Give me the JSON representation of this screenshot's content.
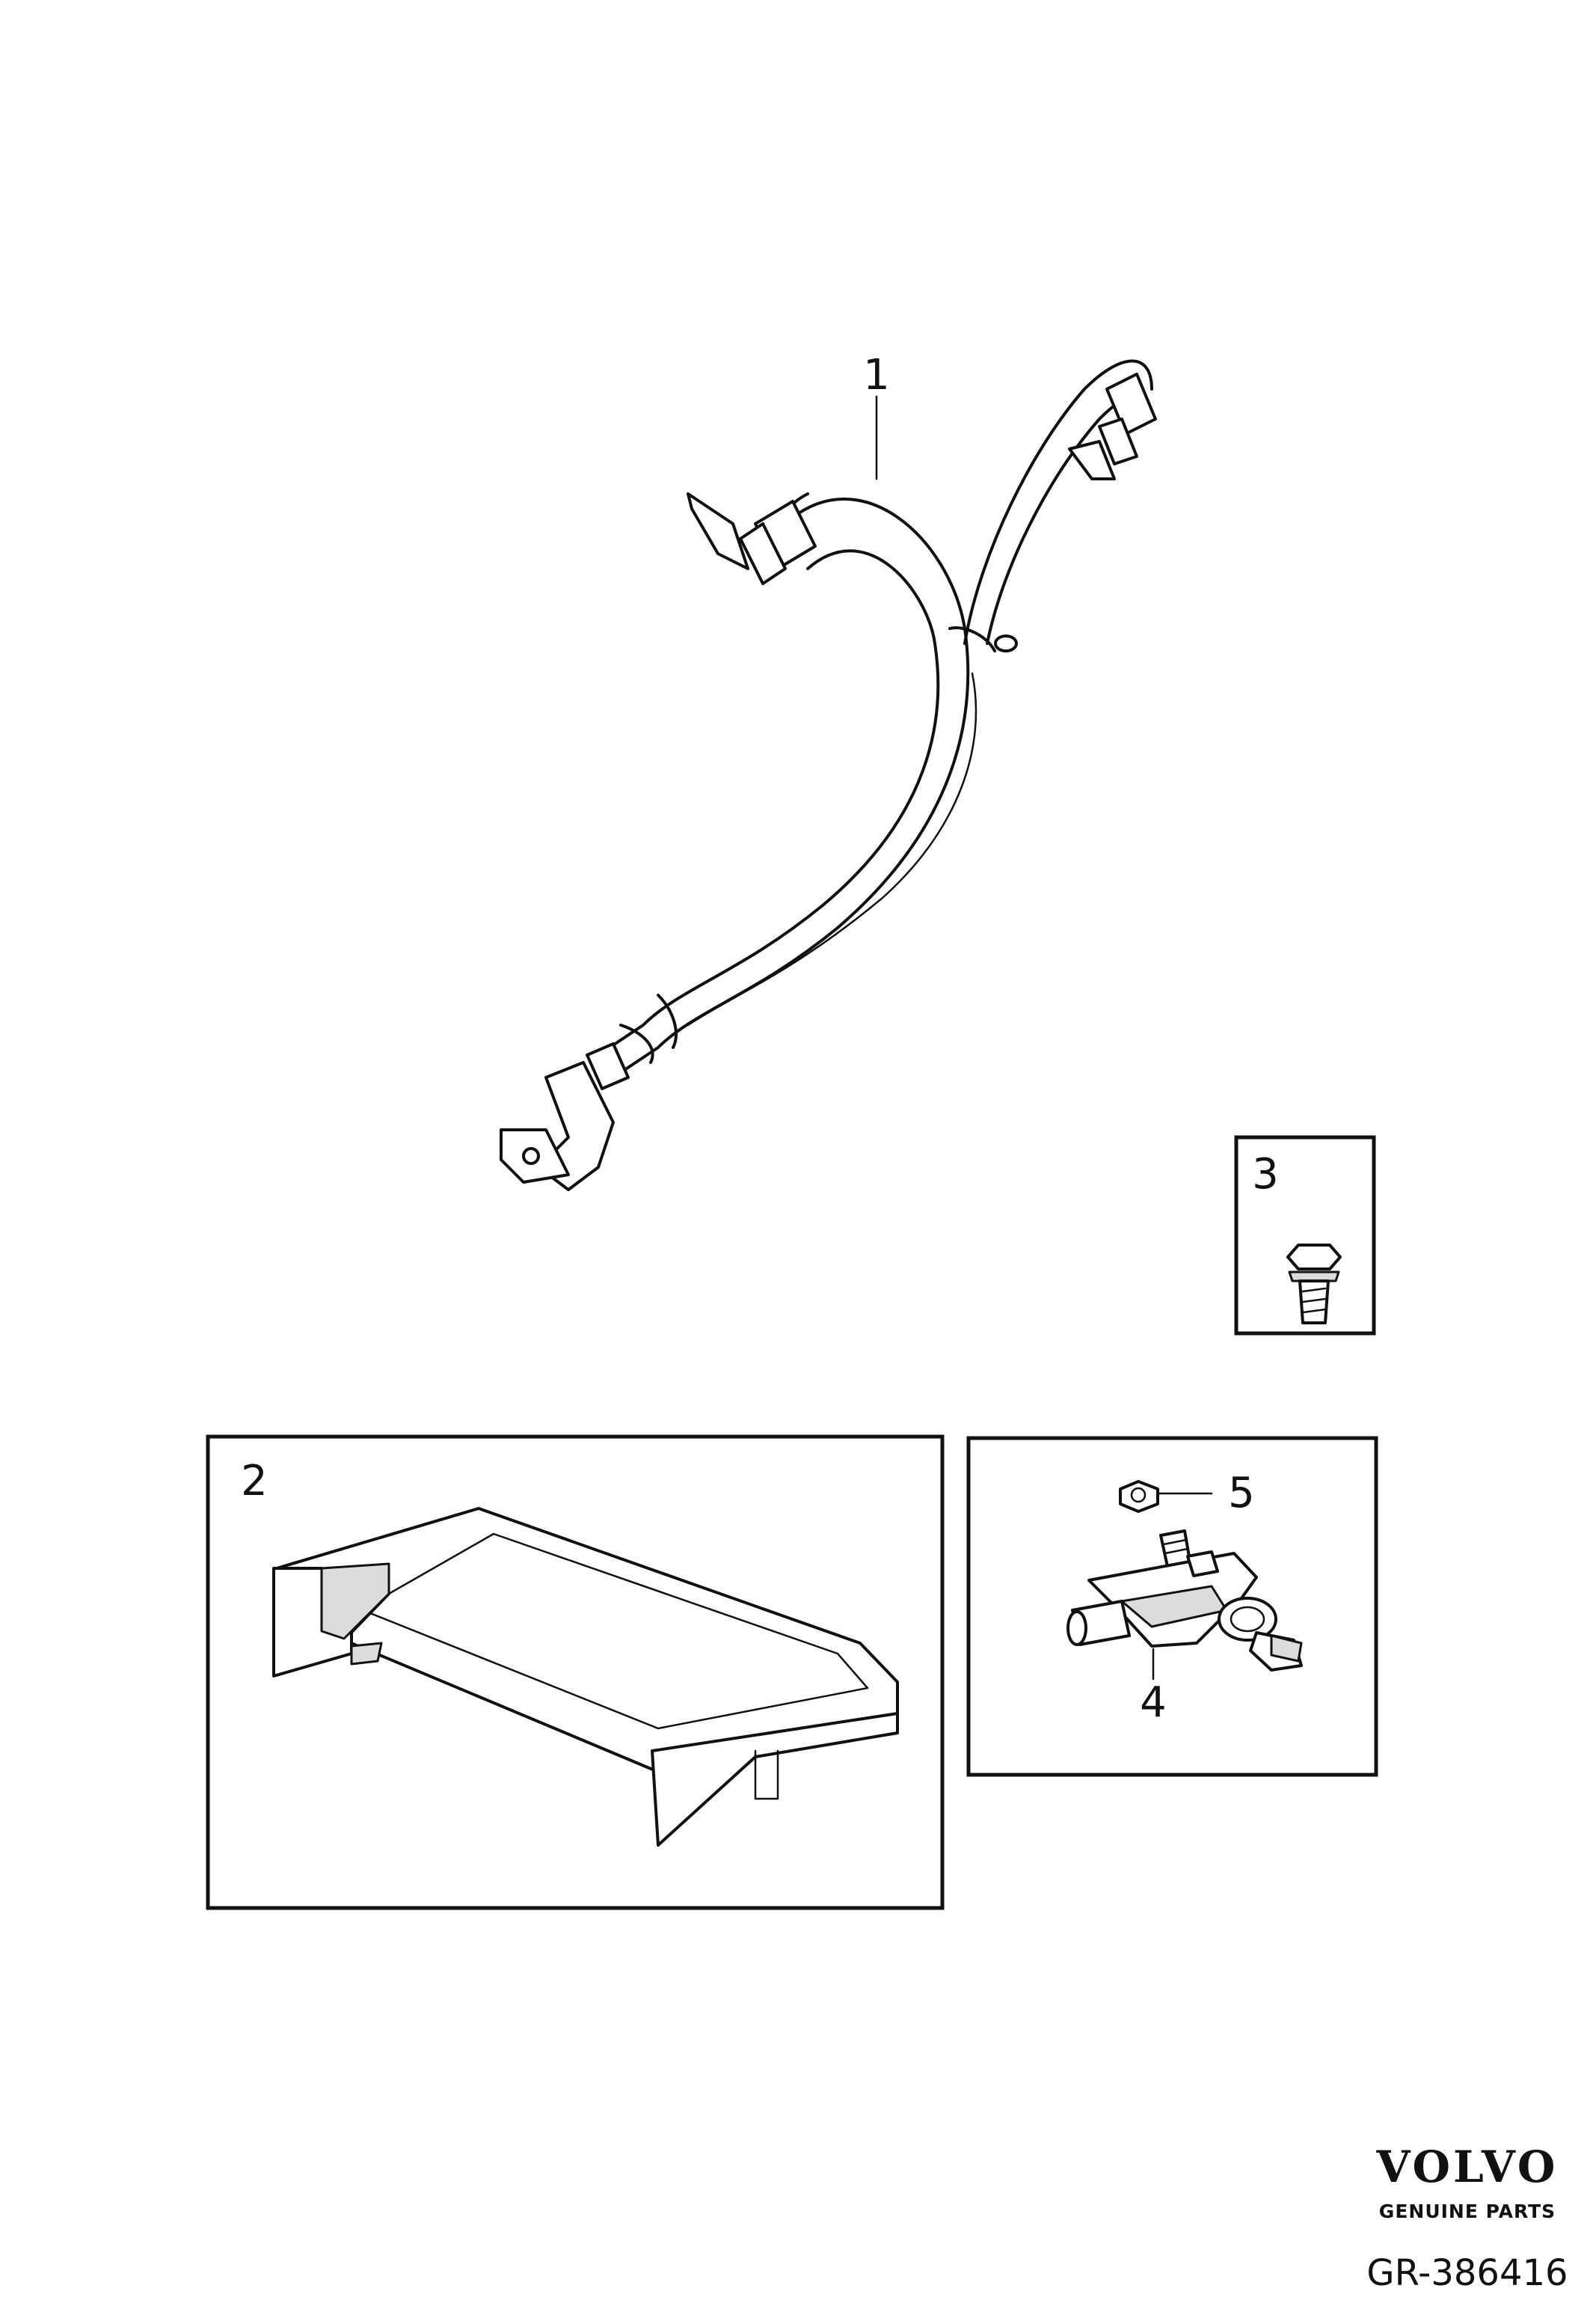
{
  "callouts": {
    "part_1": "1",
    "part_2": "2",
    "part_3": "3",
    "part_4": "4",
    "part_5": "5"
  },
  "brand": {
    "logo": "VOLVO",
    "tagline": "GENUINE PARTS"
  },
  "reference": "GR-386416"
}
